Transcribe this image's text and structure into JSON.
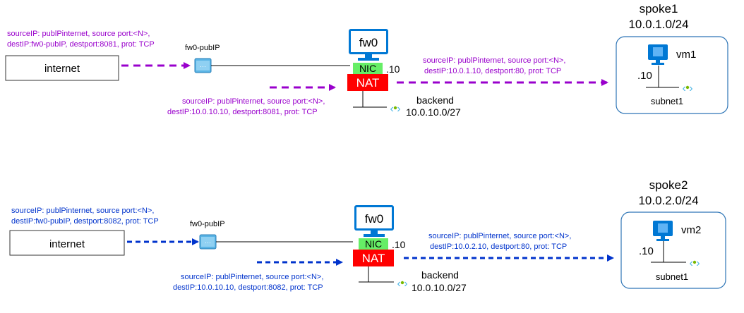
{
  "colors": {
    "purple": "#9900cc",
    "blue": "#0033cc",
    "nic_green": "#66ee66",
    "nat_red": "#ff0000",
    "azure_blue": "#0078d4",
    "vnet_border": "#2e75b6",
    "subnet_icon": "#50b8e6",
    "subnet_dot": "#7ab800"
  },
  "icons": {
    "vm": "virtual-machine-icon",
    "public_ip": "public-ip-icon",
    "subnet": "subnet-icon"
  },
  "scenario1": {
    "internet_label": "internet",
    "inbound_note": {
      "line1": "sourceIP: publPinternet, source port:<N>,",
      "line2": "destIP:fw0-pubIP, destport:8081, prot: TCP"
    },
    "pubip_label": "fw0-pubIP",
    "fw_label": "fw0",
    "nic_label": "NIC",
    "nic_ip": ".10",
    "nat_label": "NAT",
    "dnat_note": {
      "line1": "sourceIP: publPinternet, source port:<N>,",
      "line2": "destIP:10.0.10.10, destport:8081, prot: TCP"
    },
    "backend_label": "backend",
    "backend_cidr": "10.0.10.0/27",
    "forward_note": {
      "line1": "sourceIP: publPinternet, source port:<N>,",
      "line2": "destIP:10.0.1.10, destport:80, prot: TCP"
    },
    "spoke_name": "spoke1",
    "spoke_cidr": "10.0.1.0/24",
    "vm_label": "vm1",
    "vm_ip": ".10",
    "subnet_label": "subnet1"
  },
  "scenario2": {
    "internet_label": "internet",
    "inbound_note": {
      "line1": "sourceIP: publPinternet, source port:<N>,",
      "line2": "destIP:fw0-pubIP, destport:8082, prot: TCP"
    },
    "pubip_label": "fw0-pubIP",
    "fw_label": "fw0",
    "nic_label": "NIC",
    "nic_ip": ".10",
    "nat_label": "NAT",
    "dnat_note": {
      "line1": "sourceIP: publPinternet, source port:<N>,",
      "line2": "destIP:10.0.10.10, destport:8082, prot: TCP"
    },
    "backend_label": "backend",
    "backend_cidr": "10.0.10.0/27",
    "forward_note": {
      "line1": "sourceIP: publPinternet, source port:<N>,",
      "line2": "destIP:10.0.2.10, destport:80, prot: TCP"
    },
    "spoke_name": "spoke2",
    "spoke_cidr": "10.0.2.0/24",
    "vm_label": "vm2",
    "vm_ip": ".10",
    "subnet_label": "subnet1"
  }
}
